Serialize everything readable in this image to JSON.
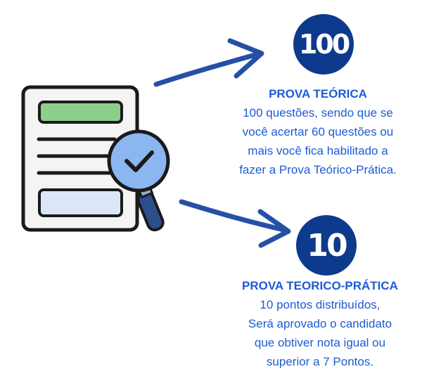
{
  "badges": {
    "top": "100",
    "bottom": "10"
  },
  "sections": [
    {
      "title": "PROVA TEÓRICA",
      "lines": [
        "100 questões, sendo que se",
        "você acertar 60 questões ou",
        "mais você fica habilitado a",
        "fazer a Prova Teórico-Prática."
      ]
    },
    {
      "title": "PROVA TEORICO-PRÁTICA",
      "lines": [
        "10 pontos distribuídos,",
        "Será aprovado o candidato",
        "que obtiver nota igual ou",
        "superior a 7 Pontos."
      ]
    }
  ],
  "colors": {
    "navy": "#0d3a8c",
    "text_blue": "#1d5bd6",
    "green": "#8ccf8a",
    "light_blue": "#dbe6f7",
    "lens_blue": "#8bb6f0",
    "handle": "#2c4f8c"
  },
  "icons": [
    "document-icon",
    "magnifier-check-icon",
    "arrow-icon"
  ]
}
